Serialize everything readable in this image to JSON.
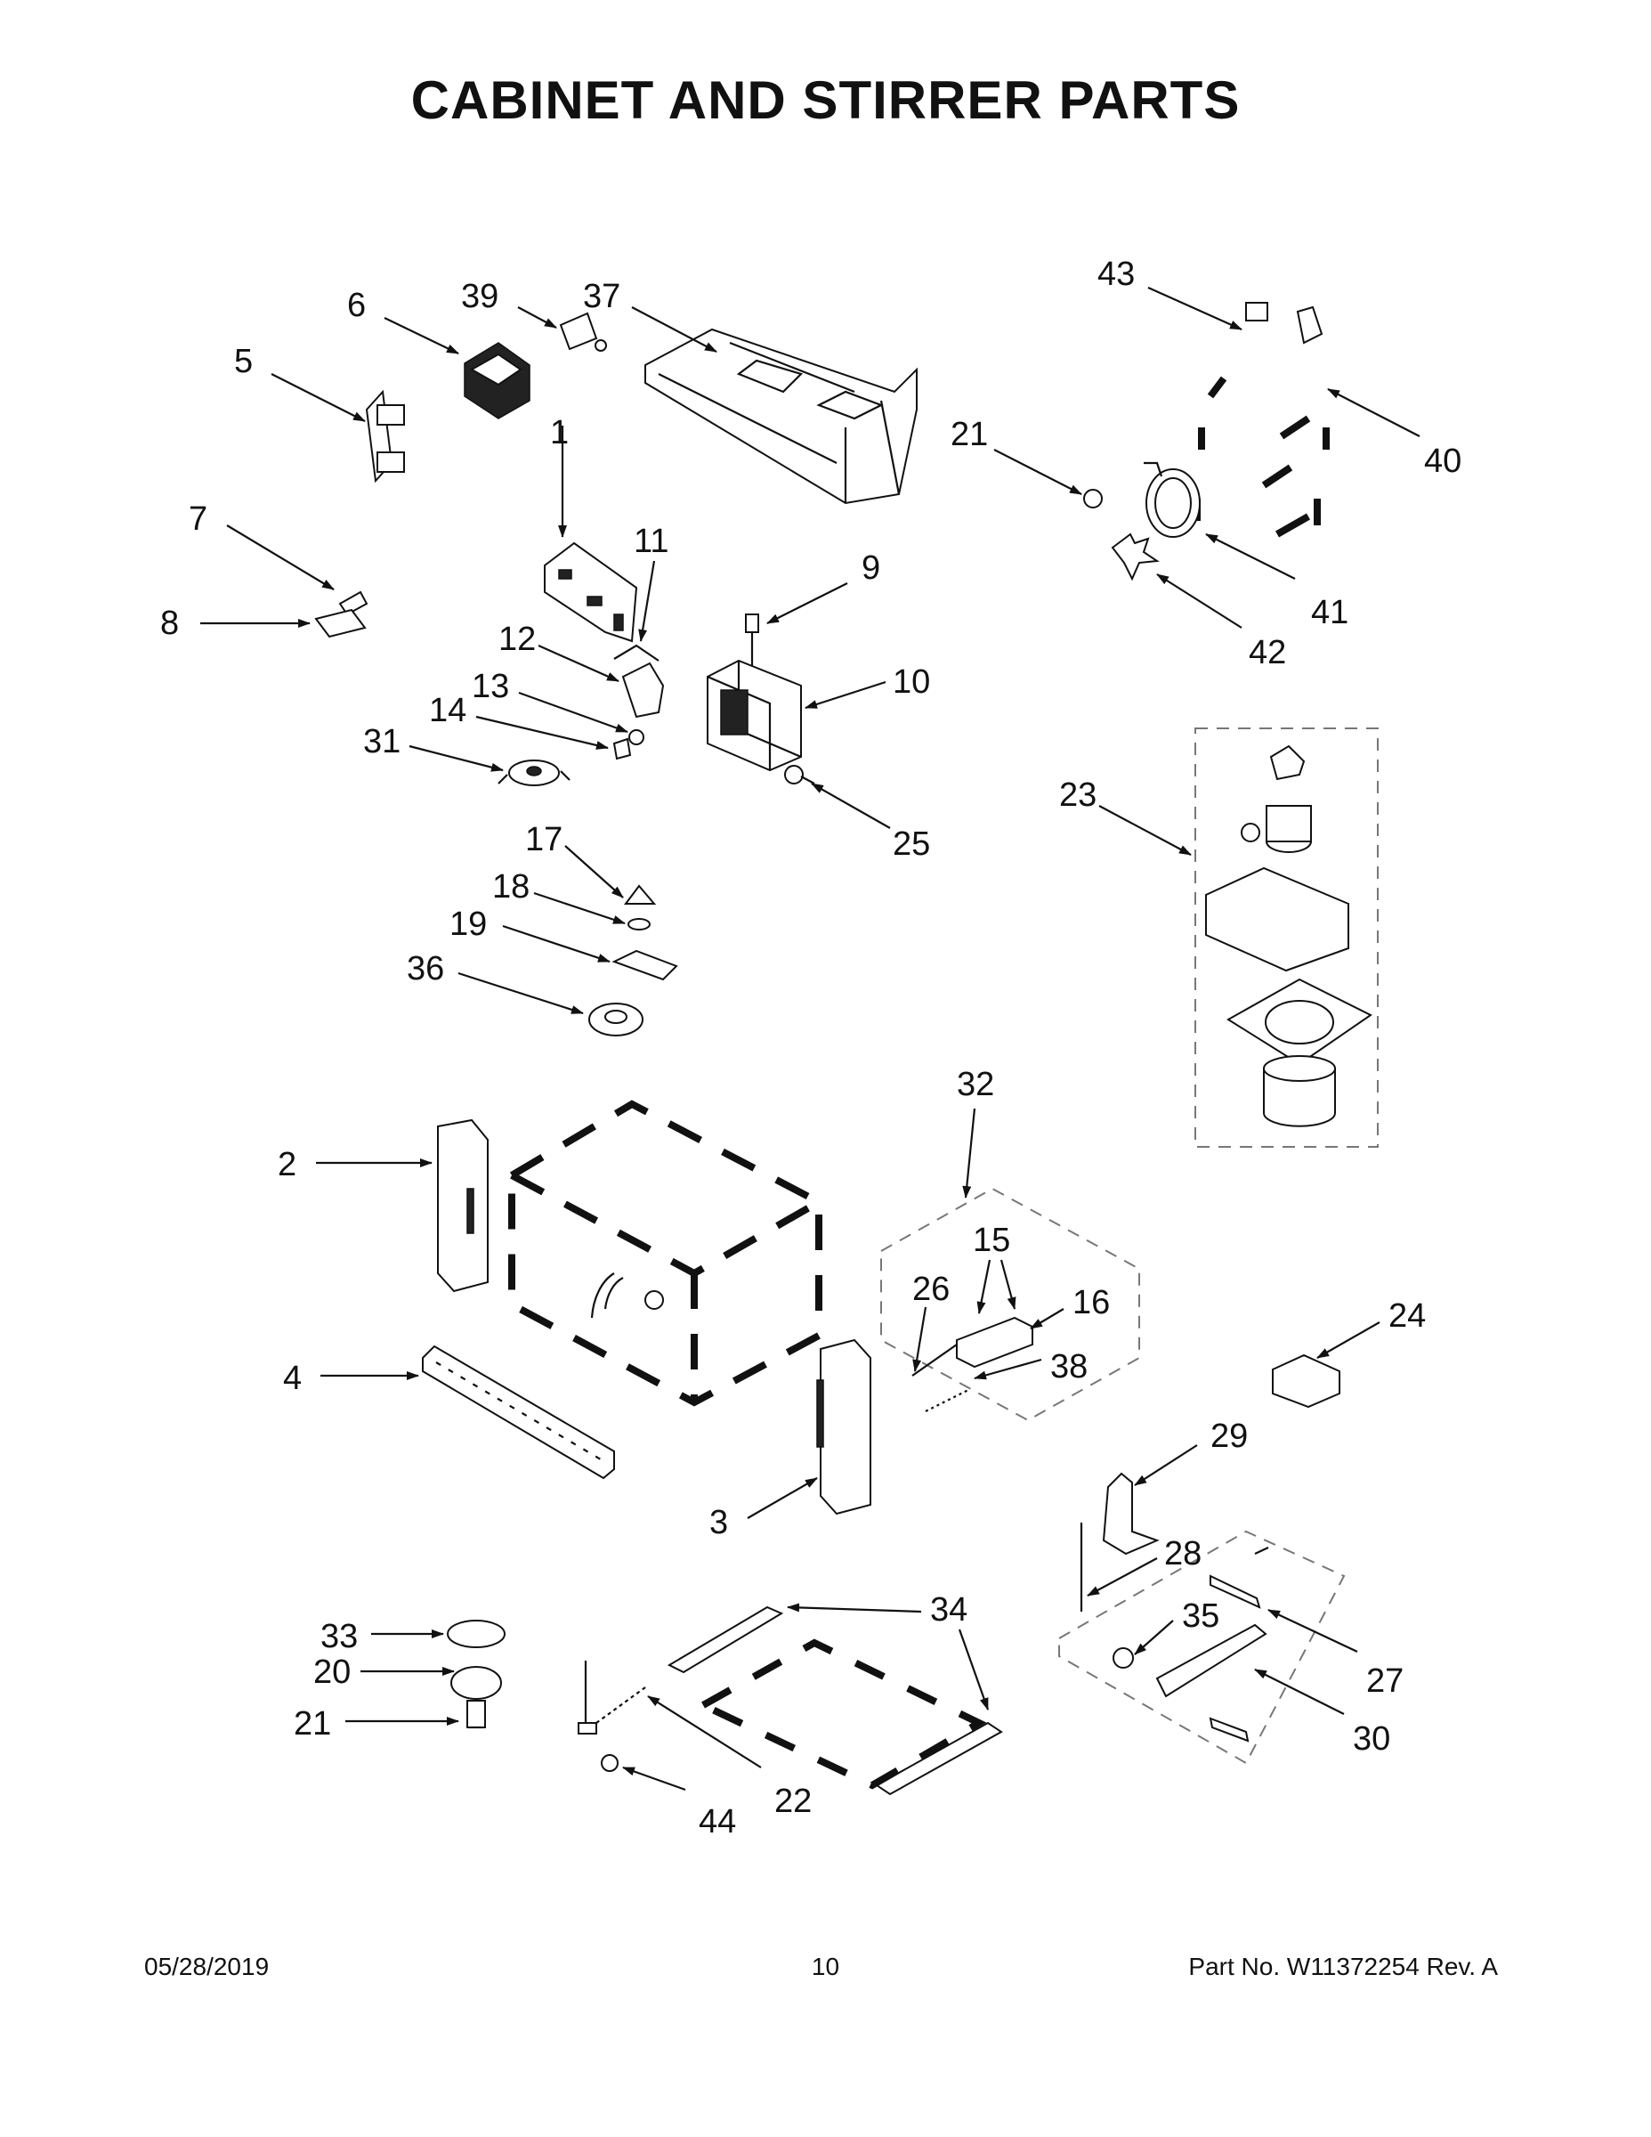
{
  "title": "CABINET AND STIRRER PARTS",
  "callouts": [
    "1",
    "2",
    "3",
    "4",
    "5",
    "6",
    "7",
    "8",
    "9",
    "10",
    "11",
    "12",
    "13",
    "14",
    "15",
    "16",
    "17",
    "18",
    "19",
    "20",
    "21",
    "21",
    "22",
    "23",
    "24",
    "25",
    "26",
    "27",
    "28",
    "29",
    "30",
    "31",
    "32",
    "33",
    "34",
    "35",
    "36",
    "37",
    "38",
    "39",
    "40",
    "41",
    "42",
    "43",
    "44"
  ],
  "footer": {
    "date": "05/28/2019",
    "page": "10",
    "part": "Part No.  W11372254  Rev.  A"
  }
}
